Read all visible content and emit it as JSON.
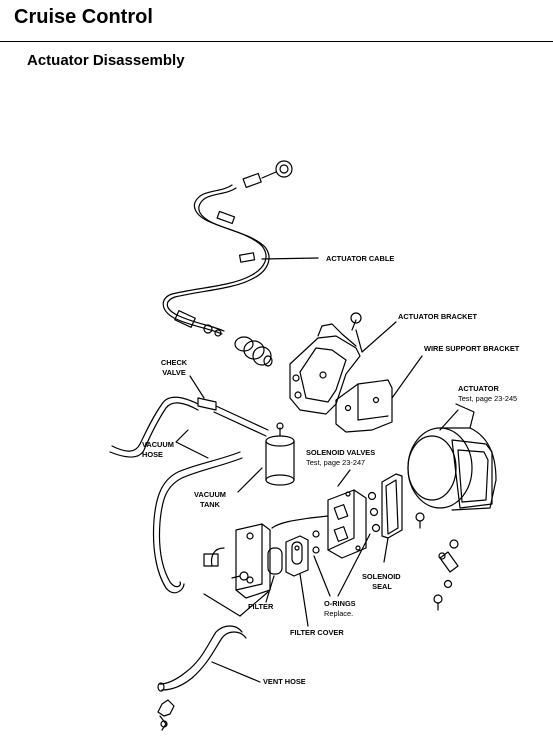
{
  "page": {
    "title": "Cruise Control",
    "subtitle": "Actuator Disassembly"
  },
  "labels": {
    "actuator_cable": "ACTUATOR CABLE",
    "actuator_bracket": "ACTUATOR BRACKET",
    "wire_support_bracket": "WIRE SUPPORT BRACKET",
    "check_valve_1": "CHECK",
    "check_valve_2": "VALVE",
    "actuator": "ACTUATOR",
    "actuator_ref": "Test, page 23-245",
    "vacuum_hose_1": "VACUUM",
    "vacuum_hose_2": "HOSE",
    "solenoid_valves": "SOLENOID VALVES",
    "solenoid_valves_ref": "Test, page 23-247",
    "vacuum_tank_1": "VACUUM",
    "vacuum_tank_2": "TANK",
    "solenoid_seal_1": "SOLENOID",
    "solenoid_seal_2": "SEAL",
    "filter": "FILTER",
    "o_rings": "O-RINGS",
    "o_rings_note": "Replace.",
    "filter_cover": "FILTER COVER",
    "vent_hose": "VENT HOSE"
  }
}
